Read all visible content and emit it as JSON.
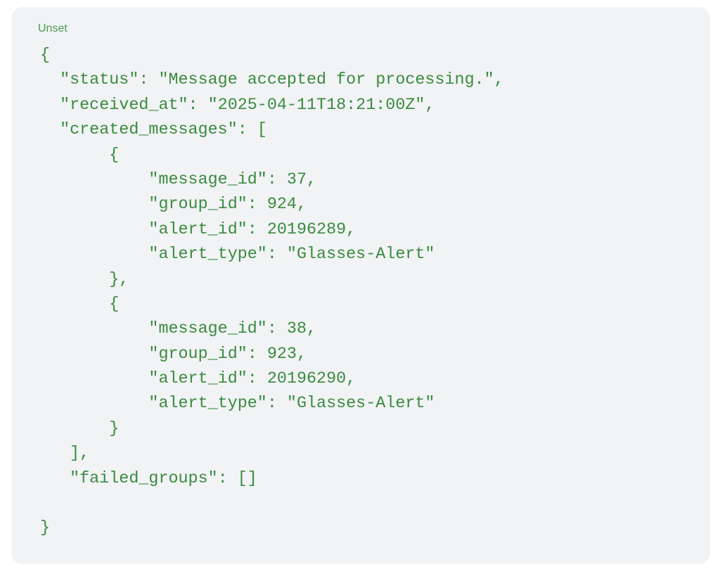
{
  "code_block": {
    "language_label": "Unset",
    "lines": [
      "{",
      "  \"status\": \"Message accepted for processing.\",",
      "  \"received_at\": \"2025-04-11T18:21:00Z\",",
      "  \"created_messages\": [",
      "       {",
      "           \"message_id\": 37,",
      "           \"group_id\": 924,",
      "           \"alert_id\": 20196289,",
      "           \"alert_type\": \"Glasses-Alert\"",
      "       },",
      "       {",
      "           \"message_id\": 38,",
      "           \"group_id\": 923,",
      "           \"alert_id\": 20196290,",
      "           \"alert_type\": \"Glasses-Alert\"",
      "       }",
      "   ],",
      "   \"failed_groups\": []",
      "",
      "}"
    ]
  }
}
